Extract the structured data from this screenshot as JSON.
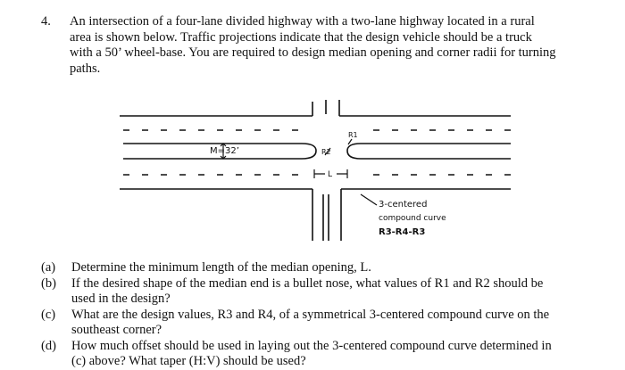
{
  "question": {
    "number": "4.",
    "intro_lines": [
      "An intersection of a four-lane divided highway with a two-lane highway located in a rural",
      "area is shown below.  Traffic projections indicate that the design vehicle should be a truck",
      "with a 50’ wheel-base.  You are required to design median opening and corner radii for turning",
      "paths."
    ]
  },
  "figure": {
    "median_label": "M=32’",
    "r1_label": "R1",
    "r2_label": "R2",
    "l_label": "L",
    "curve_note": [
      "3-centered",
      "compound curve",
      "R3-R4-R3"
    ]
  },
  "parts": [
    {
      "label": "(a)",
      "lines": [
        "Determine the minimum length of the median opening, L."
      ]
    },
    {
      "label": "(b)",
      "lines": [
        "If the desired shape of the median end is a bullet nose, what values of R1 and R2 should be",
        "used in the design?"
      ]
    },
    {
      "label": "(c)",
      "lines": [
        "What are the design values, R3 and R4, of a symmetrical 3-centered compound curve on the",
        "southeast corner?"
      ]
    },
    {
      "label": "(d)",
      "lines": [
        "How much offset should be used in laying out the 3-centered compound curve determined in",
        "(c) above?  What taper (H:V) should be used?"
      ]
    }
  ]
}
